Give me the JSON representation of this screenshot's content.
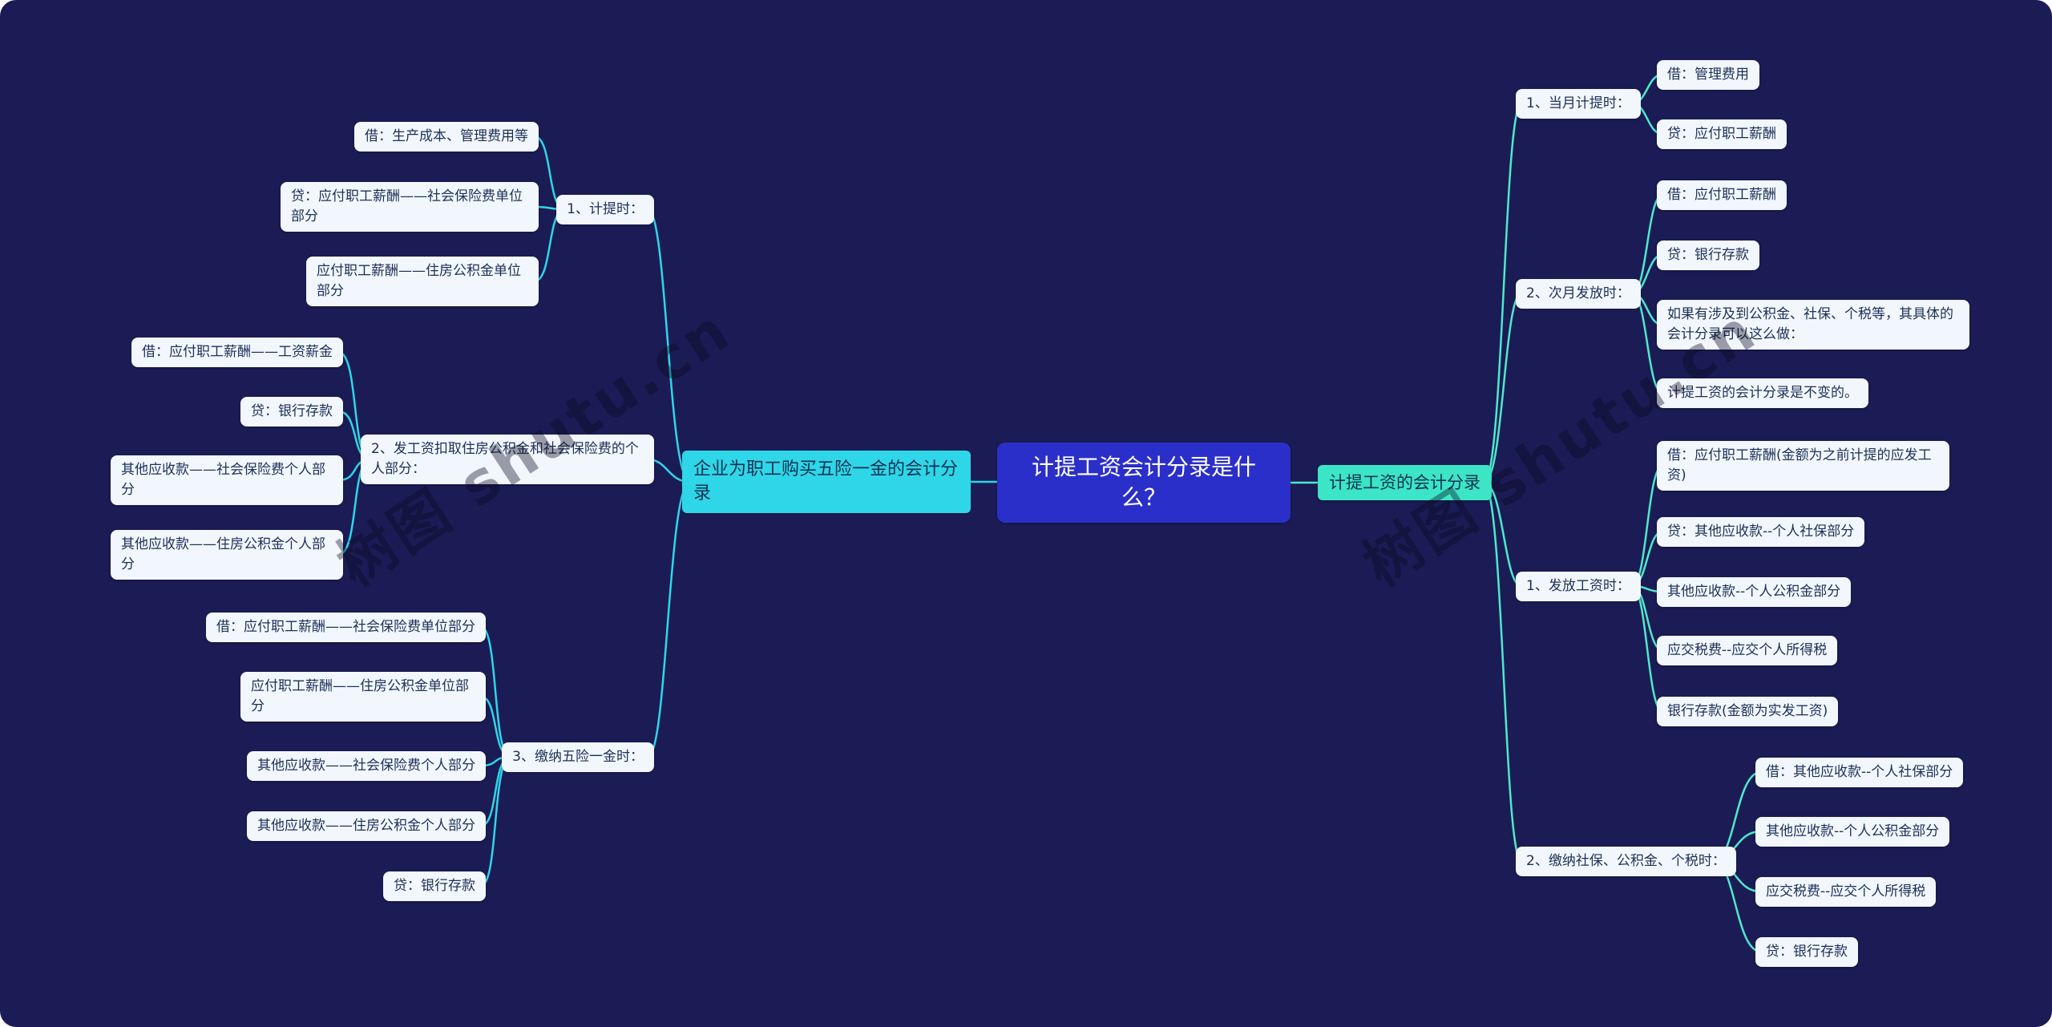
{
  "watermark": "树图 shutu.cn",
  "root": {
    "text": "计提工资会计分录是什么？"
  },
  "colors": {
    "background": "#1b1c55",
    "root_node_bg": "#2b2fc9",
    "root_node_text": "#ffffff",
    "left_branch_accent": "#2fd6e8",
    "right_branch_accent": "#3ce5c5",
    "node_bg": "#f2f7fd",
    "node_text": "#1c2f56"
  },
  "left_branch": {
    "title": "企业为职工购买五险一金的会计分录",
    "groups": [
      {
        "label": "1、计提时：",
        "items": [
          "借：生产成本、管理费用等",
          "贷：应付职工薪酬——社会保险费单位部分",
          "应付职工薪酬——住房公积金单位部分"
        ]
      },
      {
        "label": "2、发工资扣取住房公积金和社会保险费的个人部分：",
        "items": [
          "借：应付职工薪酬——工资薪金",
          "贷：银行存款",
          "其他应收款——社会保险费个人部分",
          "其他应收款——住房公积金个人部分"
        ]
      },
      {
        "label": "3、缴纳五险一金时：",
        "items": [
          "借：应付职工薪酬——社会保险费单位部分",
          "应付职工薪酬——住房公积金单位部分",
          "其他应收款——社会保险费个人部分",
          "其他应收款——住房公积金个人部分",
          "贷：银行存款"
        ]
      }
    ]
  },
  "right_branch": {
    "title": "计提工资的会计分录",
    "groups": [
      {
        "label": "1、当月计提时：",
        "items": [
          "借：管理费用",
          "贷：应付职工薪酬"
        ]
      },
      {
        "label": "2、次月发放时：",
        "items": [
          "借：应付职工薪酬",
          "贷：银行存款",
          "如果有涉及到公积金、社保、个税等，其具体的会计分录可以这么做：",
          "计提工资的会计分录是不变的。"
        ]
      },
      {
        "label": "1、发放工资时：",
        "items": [
          "借：应付职工薪酬(金额为之前计提的应发工资)",
          "贷：其他应收款--个人社保部分",
          "其他应收款--个人公积金部分",
          "应交税费--应交个人所得税",
          "银行存款(金额为实发工资)"
        ]
      },
      {
        "label": "2、缴纳社保、公积金、个税时：",
        "items": [
          "借：其他应收款--个人社保部分",
          "其他应收款--个人公积金部分",
          "应交税费--应交个人所得税",
          "贷：银行存款"
        ]
      }
    ]
  }
}
